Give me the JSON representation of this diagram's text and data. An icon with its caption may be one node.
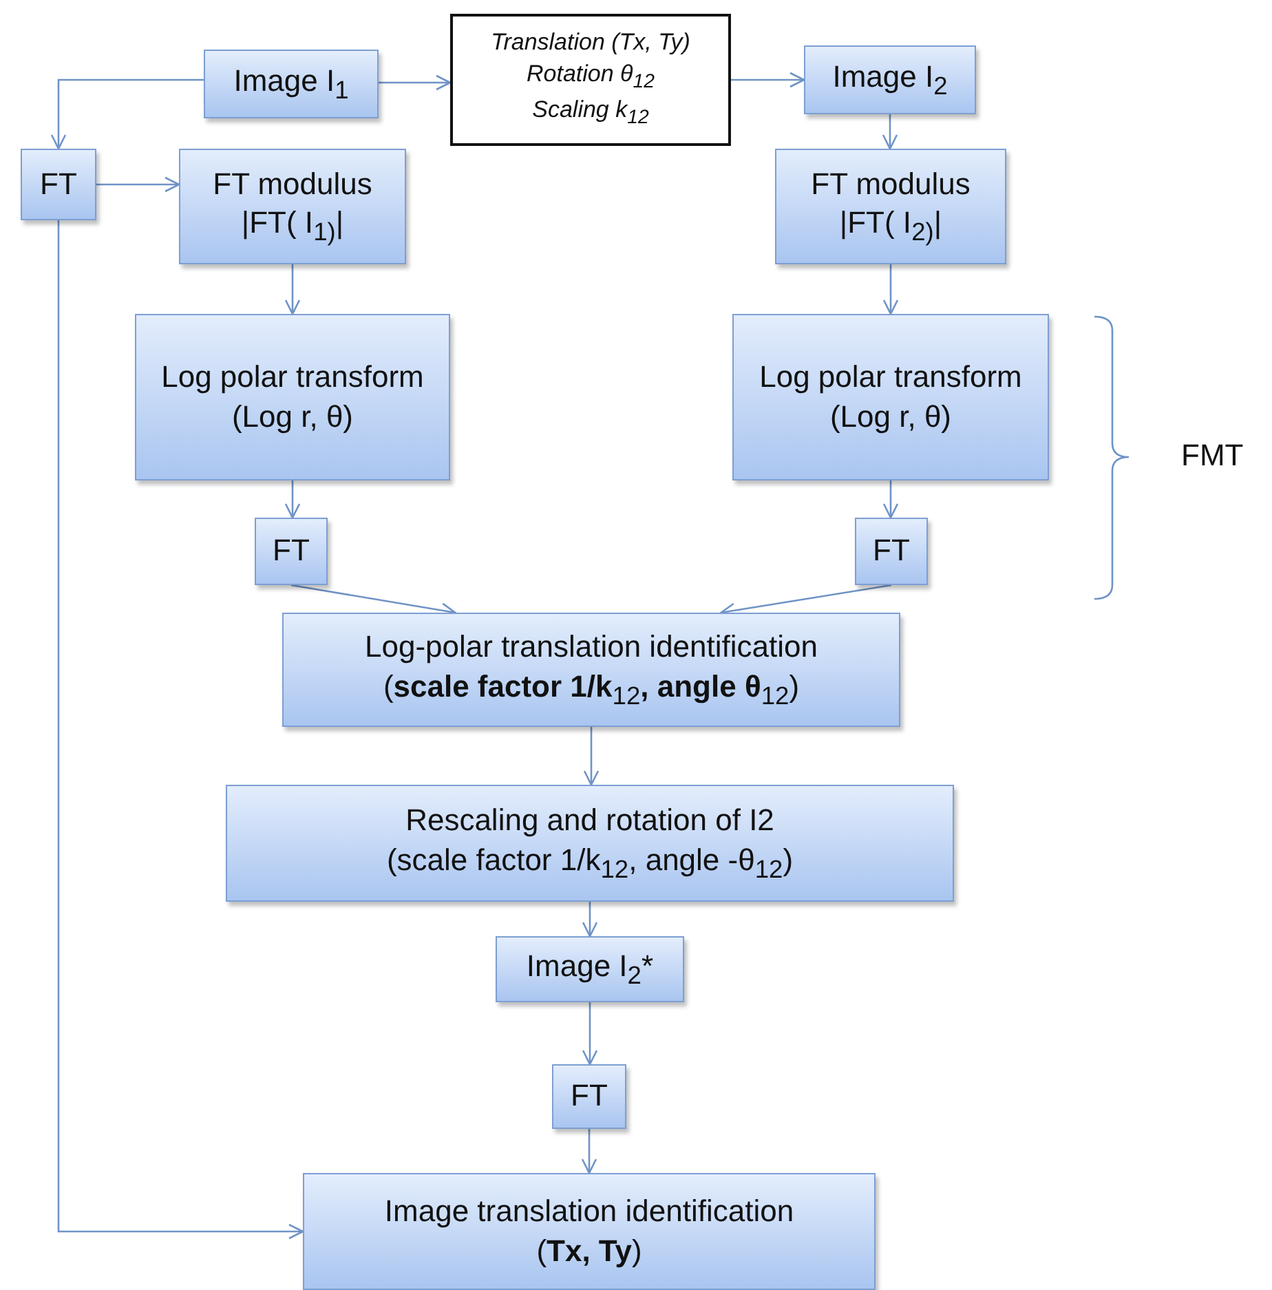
{
  "diagram": {
    "nodes": [
      {
        "text": [
          "Image I$_{1}$"
        ]
      },
      {
        "text": [
          "Translation (Tx, Ty)",
          "Rotation θ$_{12}$",
          "Scaling k$_{12}$"
        ]
      },
      {
        "text": [
          "Image I$_{2}$"
        ]
      },
      {
        "text": [
          "FT"
        ]
      },
      {
        "text": [
          "FT modulus",
          "|FT( I$_{1)}$|"
        ]
      },
      {
        "text": [
          "FT modulus",
          "|FT( I$_{2)}$|"
        ]
      },
      {
        "text": [
          "Log polar transform",
          "(Log r, θ)"
        ]
      },
      {
        "text": [
          "Log polar transform",
          "(Log r, θ)"
        ]
      },
      {
        "text": [
          "FT"
        ]
      },
      {
        "text": [
          "FT"
        ]
      },
      {
        "text": [
          "Log-polar translation identification",
          "(**scale factor 1/k**$_{12}$**, angle θ**$_{12}$)"
        ]
      },
      {
        "text": [
          "Rescaling and rotation of I2",
          "(scale factor 1/k$_{12}$, angle -θ$_{12}$)"
        ]
      },
      {
        "text": [
          "Image I$_{2}$*"
        ]
      },
      {
        "text": [
          "FT"
        ]
      },
      {
        "text": [
          "Image translation identification",
          "(**Tx, Ty**)"
        ]
      }
    ],
    "edges": [
      {
        "from": 0,
        "to": 1,
        "arrow": "to"
      },
      {
        "from": 1,
        "to": 2,
        "arrow": "to"
      },
      {
        "from": 0,
        "to": 3,
        "arrow": "to"
      },
      {
        "from": 3,
        "to": 4,
        "arrow": "to"
      },
      {
        "from": 2,
        "to": 5,
        "arrow": "to"
      },
      {
        "from": 4,
        "to": 6,
        "arrow": "to"
      },
      {
        "from": 5,
        "to": 7,
        "arrow": "to"
      },
      {
        "from": 6,
        "to": 8,
        "arrow": "to"
      },
      {
        "from": 7,
        "to": 9,
        "arrow": "to"
      },
      {
        "from": 8,
        "to": 10,
        "arrow": "to"
      },
      {
        "from": 9,
        "to": 10,
        "arrow": "to"
      },
      {
        "from": 10,
        "to": 11,
        "arrow": "to"
      },
      {
        "from": 11,
        "to": 12,
        "arrow": "to"
      },
      {
        "from": 12,
        "to": 13,
        "arrow": "to"
      },
      {
        "from": 13,
        "to": 14,
        "arrow": "to"
      },
      {
        "from": 3,
        "to": 14,
        "arrow": "to"
      }
    ],
    "labels": [
      "FMT"
    ]
  }
}
